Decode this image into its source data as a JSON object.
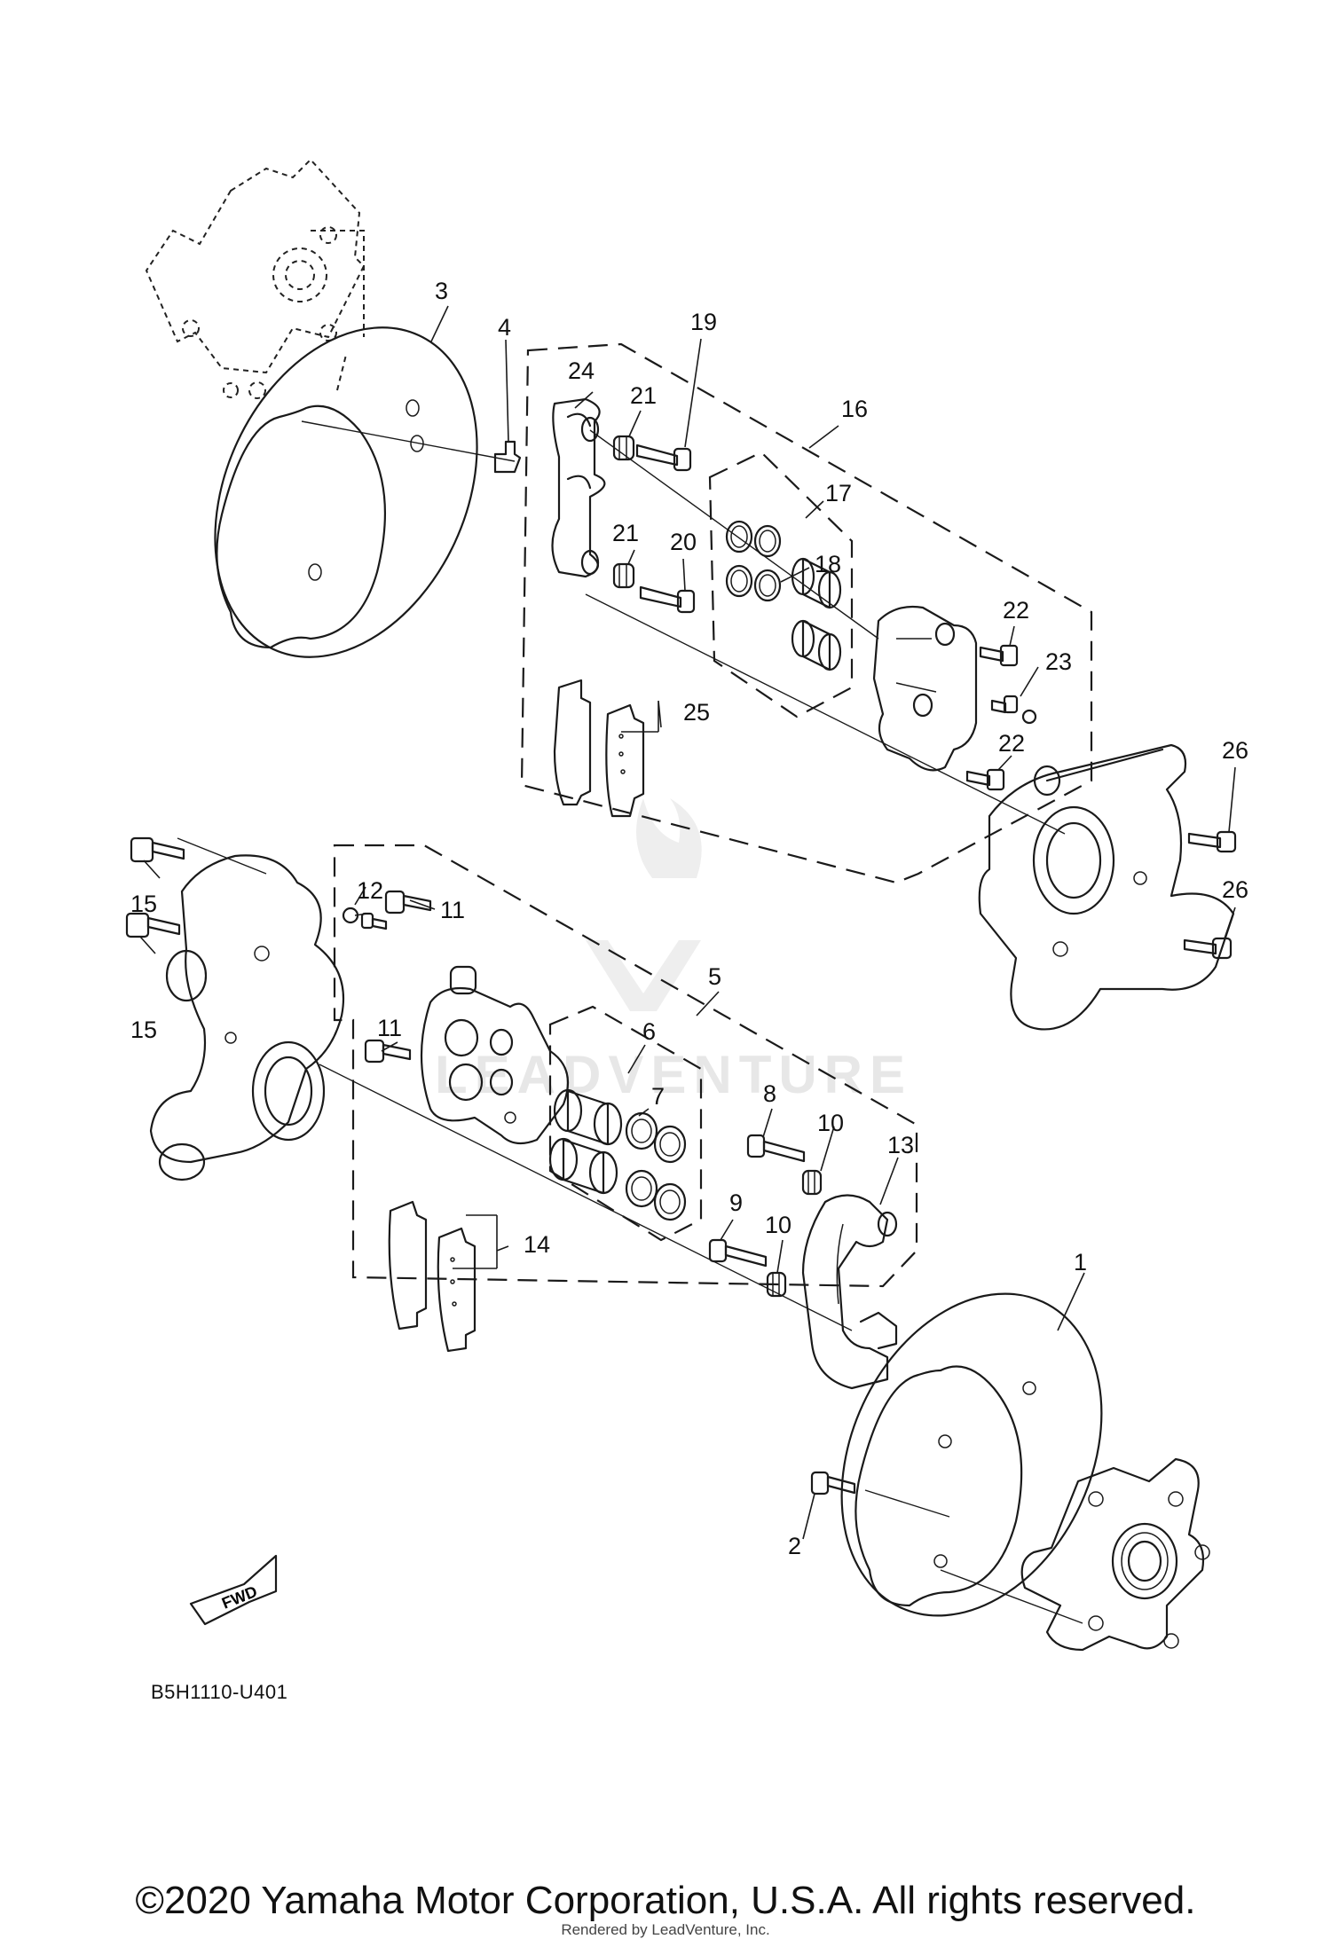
{
  "diagram_code": "B5H1110-U401",
  "fwd_label": "FWD",
  "copyright": "©2020 Yamaha Motor Corporation, U.S.A. All rights reserved.",
  "rendered_by": "Rendered by LeadVenture, Inc.",
  "watermark": "LEADVENTURE",
  "callouts": [
    "1",
    "2",
    "3",
    "4",
    "5",
    "6",
    "7",
    "8",
    "9",
    "10",
    "10",
    "11",
    "11",
    "12",
    "13",
    "14",
    "15",
    "15",
    "16",
    "17",
    "18",
    "19",
    "20",
    "21",
    "21",
    "22",
    "22",
    "23",
    "24",
    "25",
    "26",
    "26"
  ]
}
